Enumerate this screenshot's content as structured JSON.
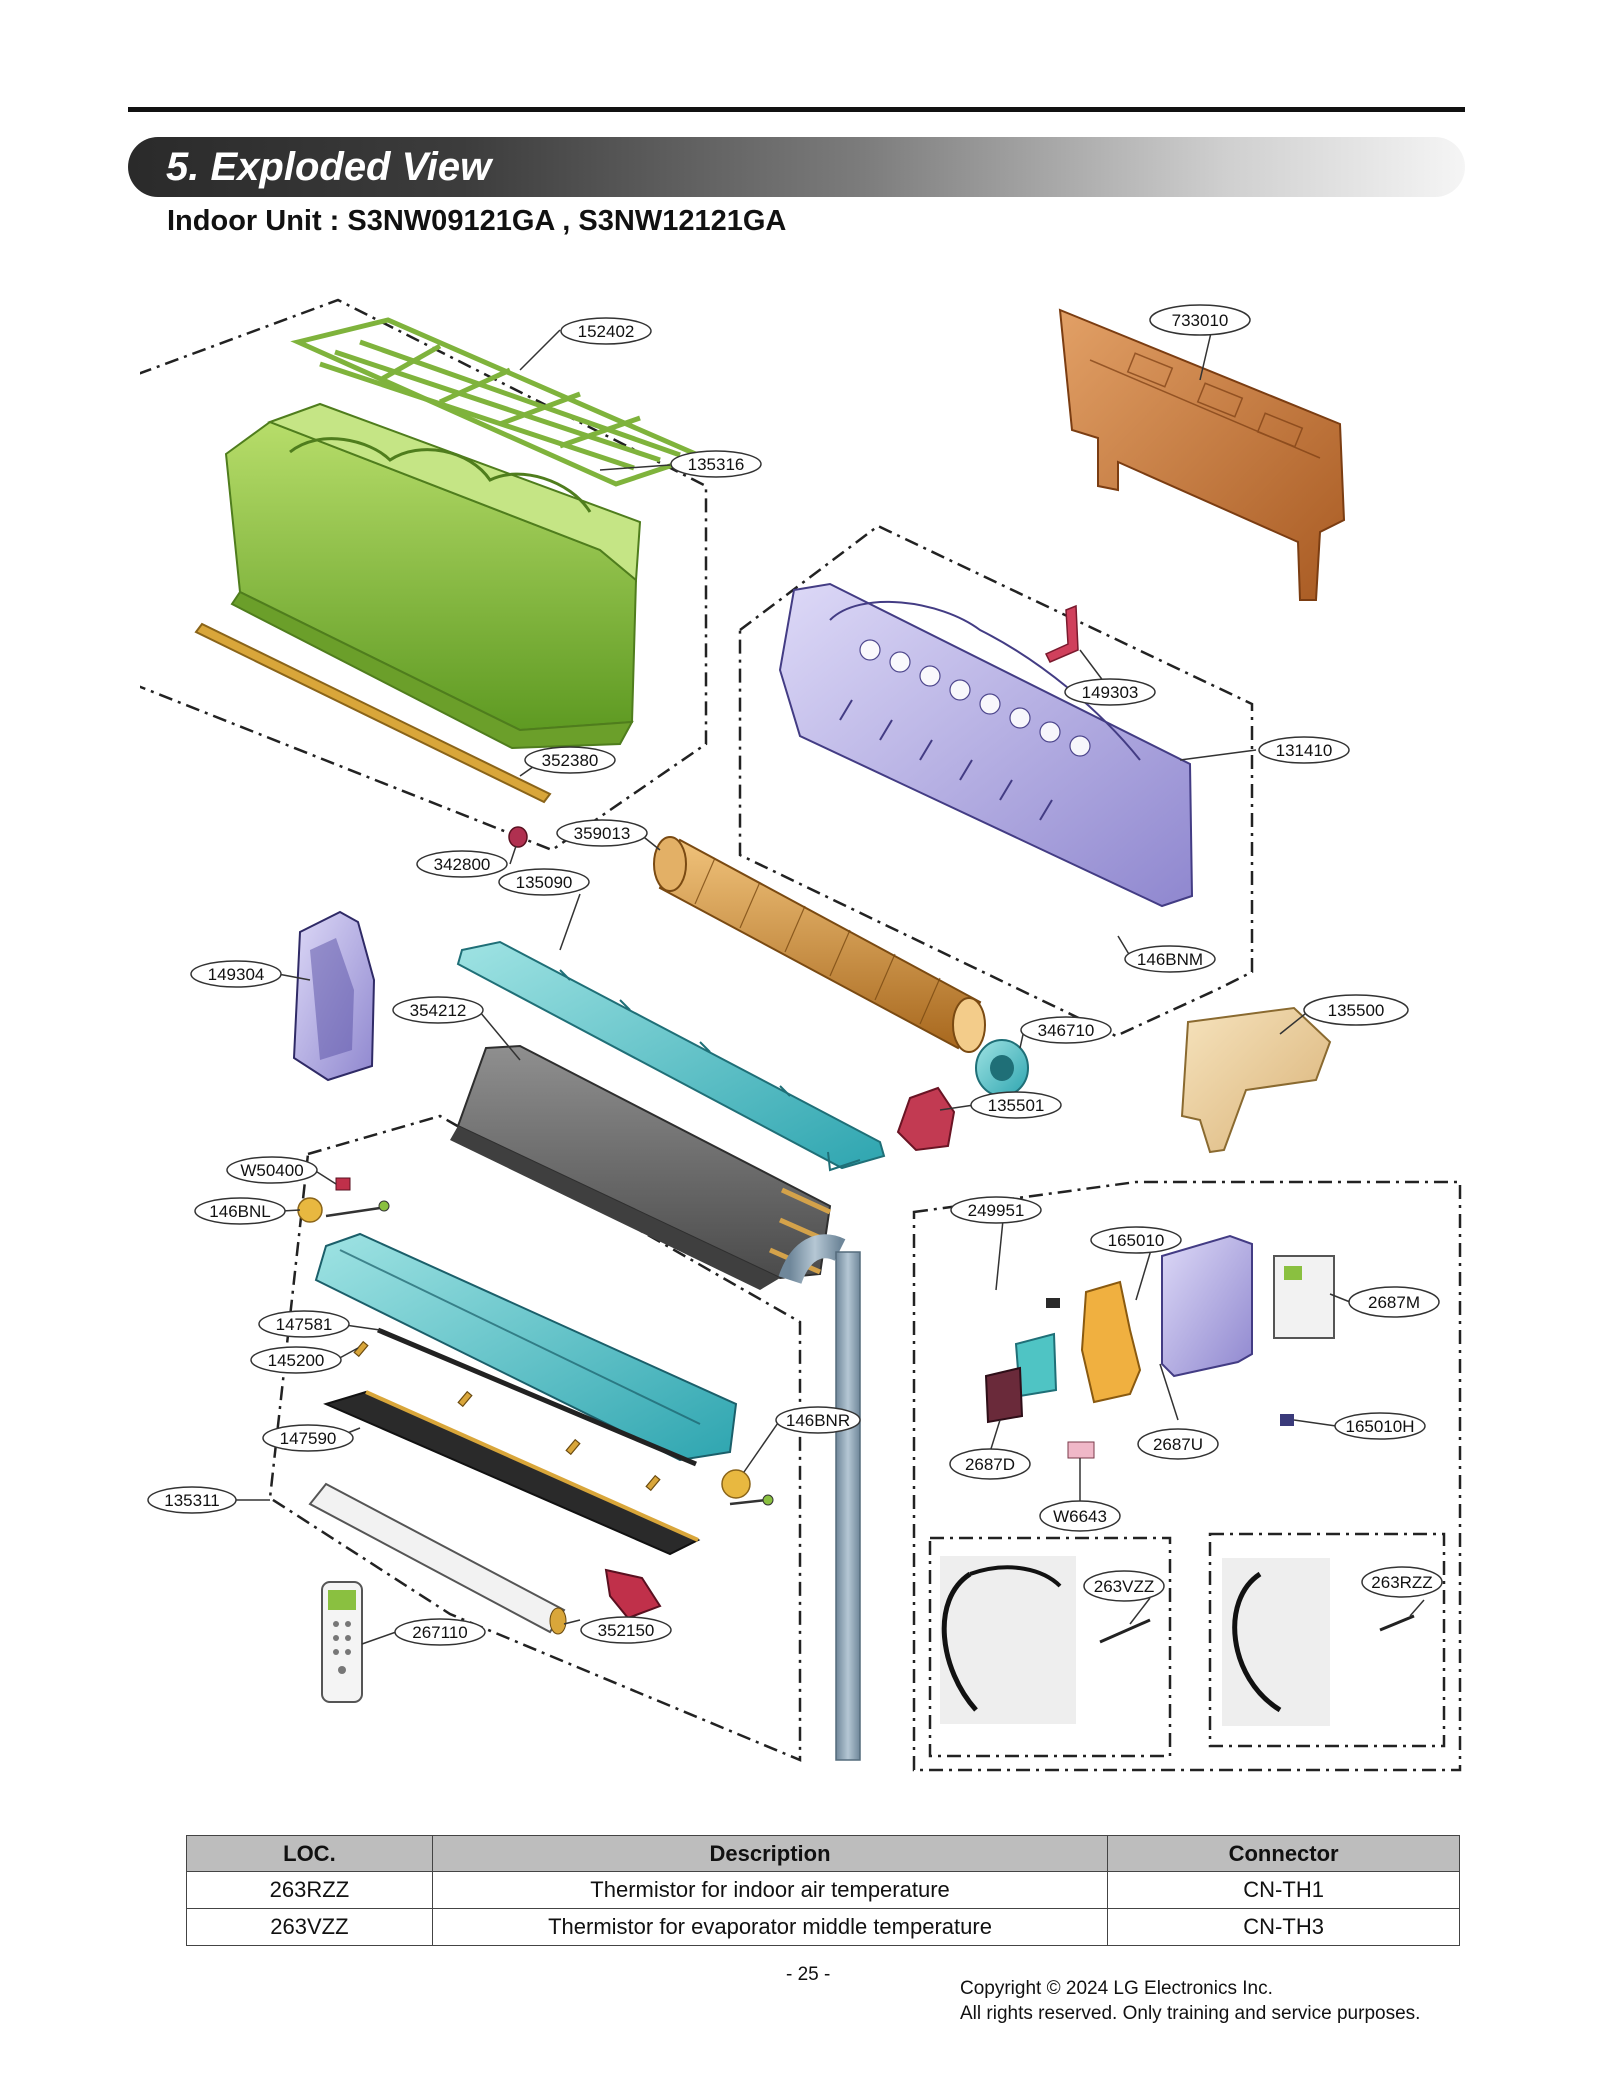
{
  "header": {
    "section_title": "5. Exploded View",
    "subtitle": "Indoor Unit : S3NW09121GA , S3NW12121GA"
  },
  "callouts": [
    "152402",
    "135316",
    "733010",
    "149303",
    "131410",
    "352380",
    "359013",
    "342800",
    "135090",
    "146BNM",
    "149304",
    "354212",
    "346710",
    "135500",
    "135501",
    "W50400",
    "146BNL",
    "249951",
    "165010",
    "147581",
    "2687M",
    "145200",
    "146BNR",
    "165010H",
    "147590",
    "2687U",
    "2687D",
    "135311",
    "W6643",
    "263VZZ",
    "263RZZ",
    "267110",
    "352150"
  ],
  "colors": {
    "front_panel": "#8fc23f",
    "back_plate": "#c77a3a",
    "chassis": "#b9b3e6",
    "evaporator": "#6f6f6f",
    "drain_pan": "#4fc4c4",
    "fan_motor": "#3fb5b5",
    "motor_cover": "#c0304a",
    "control_box": "#f0b040",
    "drain_hose": "#8aa2b4"
  },
  "table": {
    "headers": [
      "LOC.",
      "Description",
      "Connector"
    ],
    "rows": [
      [
        "263RZZ",
        "Thermistor for indoor air temperature",
        "CN-TH1"
      ],
      [
        "263VZZ",
        "Thermistor for evaporator middle temperature",
        "CN-TH3"
      ]
    ]
  },
  "footer": {
    "page_number": "- 25 -",
    "copyright_line1": "Copyright © 2024 LG Electronics Inc.",
    "copyright_line2": "All rights reserved. Only training and service purposes."
  }
}
